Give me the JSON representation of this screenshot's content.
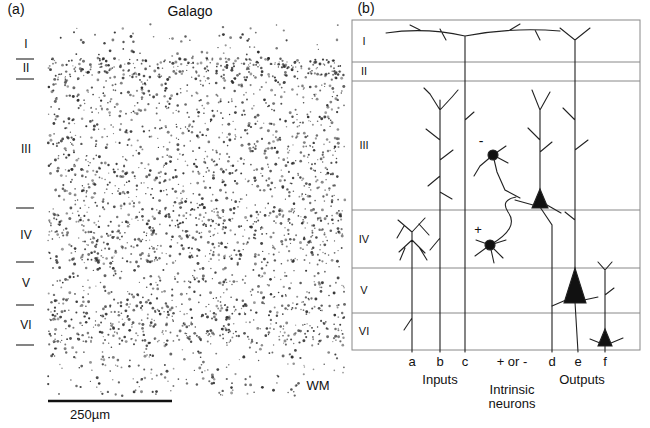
{
  "diagram": {
    "labels": [
      "(a)",
      "Galago",
      "I",
      "II",
      "III",
      "IV",
      "V",
      "VI",
      "250µm",
      "WM",
      "(b)",
      "I",
      "II",
      "III",
      "IV",
      "V",
      "VI",
      "-",
      "+",
      "a",
      "b",
      "c",
      "Inputs",
      "+ or -",
      "Intrinsic neurons",
      "d",
      "e",
      "f",
      "Outputs"
    ]
  }
}
